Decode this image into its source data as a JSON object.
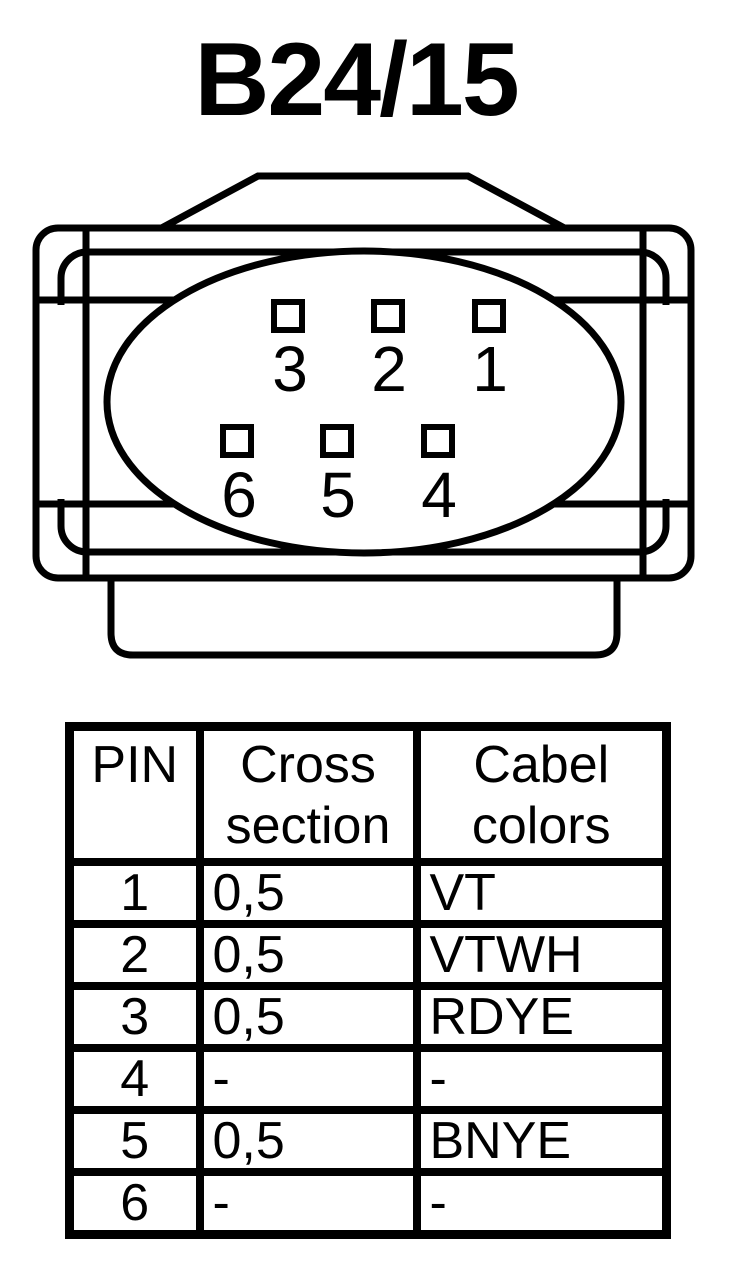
{
  "title": "B24/15",
  "colors": {
    "ink": "#000000",
    "paper": "#ffffff"
  },
  "connector": {
    "pin_labels": {
      "top_row": [
        "3",
        "2",
        "1"
      ],
      "bottom_row": [
        "6",
        "5",
        "4"
      ]
    }
  },
  "table": {
    "headers": {
      "pin": "PIN",
      "cross_section": "Cross section",
      "cable_colors": "Cabel colors"
    },
    "rows": [
      {
        "pin": "1",
        "cross_section": "0,5",
        "cable_color": "VT"
      },
      {
        "pin": "2",
        "cross_section": "0,5",
        "cable_color": "VTWH"
      },
      {
        "pin": "3",
        "cross_section": "0,5",
        "cable_color": "RDYE"
      },
      {
        "pin": "4",
        "cross_section": "-",
        "cable_color": "-"
      },
      {
        "pin": "5",
        "cross_section": "0,5",
        "cable_color": "BNYE"
      },
      {
        "pin": "6",
        "cross_section": "-",
        "cable_color": "-"
      }
    ]
  }
}
